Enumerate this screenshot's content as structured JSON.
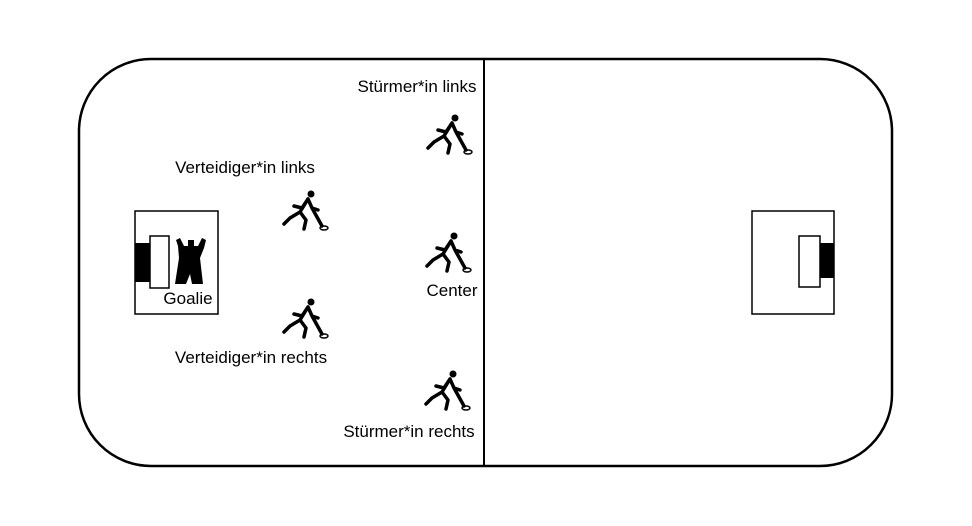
{
  "colors": {
    "line": "#000000",
    "background": "#ffffff"
  },
  "labels": {
    "goalie": "Goalie",
    "defender_left": "Verteidiger*in links",
    "defender_right": "Verteidiger*in rechts",
    "forward_left": "Stürmer*in links",
    "center": "Center",
    "forward_right": "Stürmer*in rechts"
  },
  "icons": {
    "player": "floorball-player-icon",
    "goalie": "goalie-icon"
  }
}
